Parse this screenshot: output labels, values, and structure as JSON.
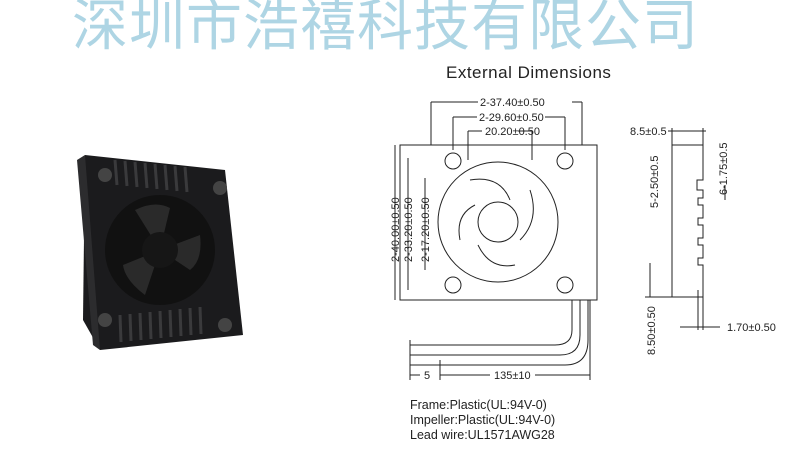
{
  "title": "External Dimensions",
  "front_view": {
    "width_outer": "2-37.40±0.50",
    "width_holes": "2-29.60±0.50",
    "width_inner": "20.20±0.50",
    "height_outer": "2-40.00±0.50",
    "height_holes": "2-33.20±0.50",
    "height_inner": "2-17.20±0.50",
    "wire_strip": "5",
    "wire_length": "135±10"
  },
  "side_view": {
    "thickness": "8.5±0.5",
    "fin_pitch": "6-1.75±0.5",
    "fin_gap": "5-2.50±0.5",
    "base_height": "8.50±0.50",
    "fin_thickness": "1.70±0.50"
  },
  "notes": [
    "Frame:Plastic(UL:94V-0)",
    "Impeller:Plastic(UL:94V-0)",
    "Lead wire:UL1571AWG28"
  ],
  "watermark": "深圳市浩禧科技有限公司"
}
